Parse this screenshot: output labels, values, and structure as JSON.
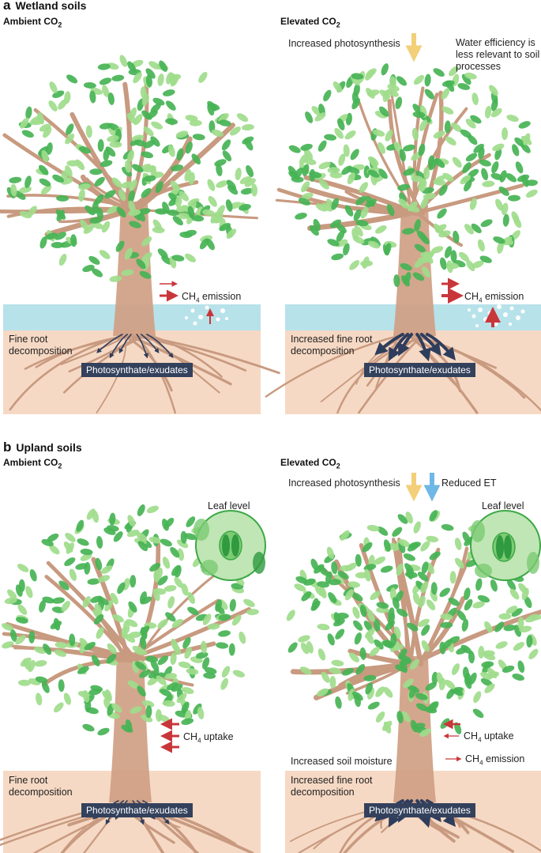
{
  "panel_a": {
    "letter": "a",
    "title": "Wetland soils",
    "left": {
      "heading_prefix": "Ambient CO",
      "heading_sub": "2",
      "ch4_prefix": "CH",
      "ch4_sub": "4",
      "ch4_suffix": " emission",
      "roots_label": "Fine root decomposition",
      "box": "Photosynthate/exudates"
    },
    "right": {
      "heading_prefix": "Elevated CO",
      "heading_sub": "2",
      "photo_label": "Increased photosynthesis",
      "water_label": "Water efficiency is less relevant to soil processes",
      "ch4_prefix": "CH",
      "ch4_sub": "4",
      "ch4_suffix": " emission",
      "roots_label": "Increased fine root decomposition",
      "box": "Photosynthate/exudates"
    }
  },
  "panel_b": {
    "letter": "b",
    "title": "Upland soils",
    "left": {
      "heading_prefix": "Ambient CO",
      "heading_sub": "2",
      "leaf_label": "Leaf level",
      "ch4_prefix": "CH",
      "ch4_sub": "4",
      "ch4_suffix": " uptake",
      "roots_label": "Fine root decomposition",
      "box": "Photosynthate/exudates"
    },
    "right": {
      "heading_prefix": "Elevated CO",
      "heading_sub": "2",
      "photo_label": "Increased photosynthesis",
      "et_label": "Reduced ET",
      "leaf_label": "Leaf level",
      "uptake_prefix": "CH",
      "uptake_sub": "4",
      "uptake_suffix": " uptake",
      "moisture_label": "Increased soil moisture",
      "emission_prefix": "CH",
      "emission_sub": "4",
      "emission_suffix": " emission",
      "roots_label": "Increased fine root decomposition",
      "box": "Photosynthate/exudates"
    }
  },
  "colors": {
    "soil": "#f6d9c4",
    "water": "#b7e2ea",
    "trunk": "#cf9f83",
    "branch": "#c89a80",
    "leaf_light": "#9fdc8c",
    "leaf_dark": "#47b355",
    "arrow_red": "#c9363a",
    "arrow_navy": "#2f3d5c",
    "arrow_yellow": "#f2cf78",
    "arrow_blue": "#6fb7e6",
    "box_bg": "#33415c"
  }
}
